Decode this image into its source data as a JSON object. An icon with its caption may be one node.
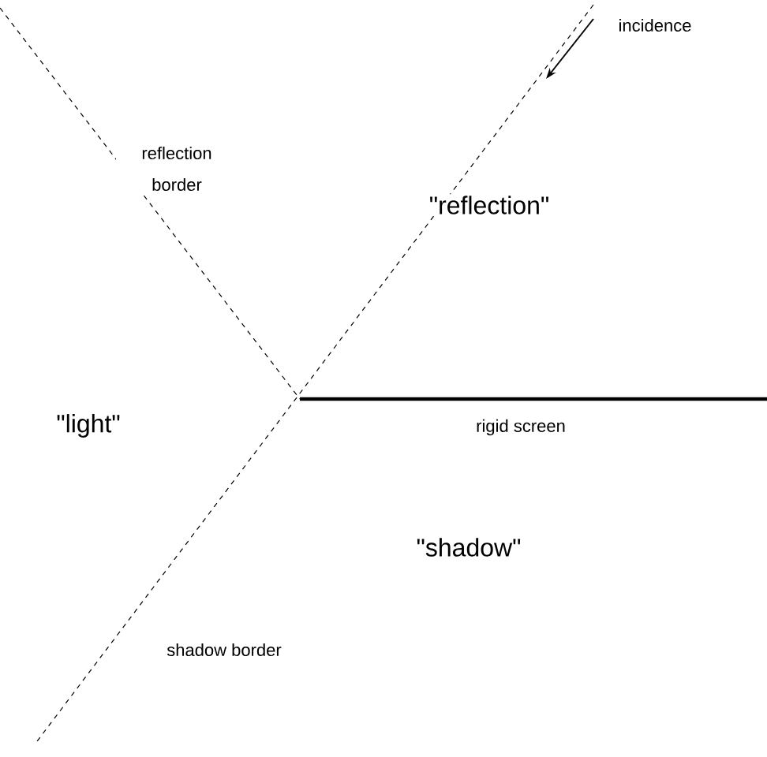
{
  "diagram": {
    "labels": [
      "incidence",
      "reflection border",
      "\"reflection\"",
      "\"light\"",
      "rigid screen",
      "\"shadow\"",
      "shadow border"
    ]
  }
}
